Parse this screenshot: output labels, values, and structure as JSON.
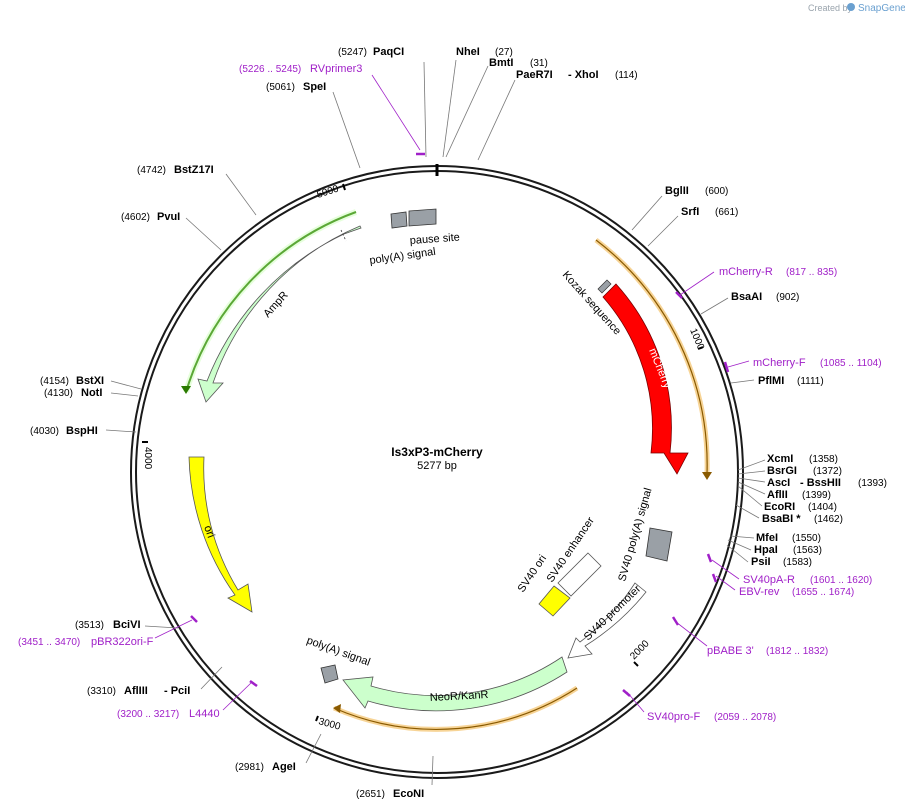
{
  "plasmid": {
    "name": "Is3xP3-mCherry",
    "length_label": "5277 bp",
    "total_bp": 5277
  },
  "watermark": {
    "prefix": "Created by",
    "brand": "SnapGene"
  },
  "colors": {
    "backbone": "#1a1a1a",
    "enzyme_lead": "#777777",
    "primer": "#a020c8",
    "mcherry": "#ff0000",
    "ampr": "#ccffcc",
    "ori": "#ffff00",
    "signal": "#9aa0a6",
    "orf_outline": "#f0b040",
    "ampr_orf": "#2a7a00"
  },
  "ticks": [
    {
      "label": "1000",
      "pos": 1000
    },
    {
      "label": "2000",
      "pos": 2000
    },
    {
      "label": "3000",
      "pos": 3000
    },
    {
      "label": "4000",
      "pos": 4000
    },
    {
      "label": "5000",
      "pos": 5000
    }
  ],
  "enzymes": [
    {
      "name": "PaqCI",
      "pos": "(5247)"
    },
    {
      "name": "NheI",
      "pos": "(27)"
    },
    {
      "name": "BmtI",
      "pos": "(31)"
    },
    {
      "name": "PaeR7I",
      "name2": "- XhoI",
      "pos": "(114)"
    },
    {
      "name": "SpeI",
      "pos": "(5061)"
    },
    {
      "name": "BstZ17I",
      "pos": "(4742)"
    },
    {
      "name": "PvuI",
      "pos": "(4602)"
    },
    {
      "name": "BglII",
      "pos": "(600)"
    },
    {
      "name": "SrfI",
      "pos": "(661)"
    },
    {
      "name": "BsaAI",
      "pos": "(902)"
    },
    {
      "name": "PflMI",
      "pos": "(1111)"
    },
    {
      "name": "BstXI",
      "pos": "(4154)"
    },
    {
      "name": "NotI",
      "pos": "(4130)"
    },
    {
      "name": "BspHI",
      "pos": "(4030)"
    },
    {
      "name": "XcmI",
      "pos": "(1358)"
    },
    {
      "name": "BsrGI",
      "pos": "(1372)"
    },
    {
      "name": "AscI",
      "name2": "- BssHII",
      "pos": "(1393)"
    },
    {
      "name": "AflII",
      "pos": "(1399)"
    },
    {
      "name": "EcoRI",
      "pos": "(1404)"
    },
    {
      "name": "BsaBI *",
      "pos": "(1462)"
    },
    {
      "name": "MfeI",
      "pos": "(1550)"
    },
    {
      "name": "HpaI",
      "pos": "(1563)"
    },
    {
      "name": "PsiI",
      "pos": "(1583)"
    },
    {
      "name": "BciVI",
      "pos": "(3513)"
    },
    {
      "name": "AflIII",
      "name2": "- PciI",
      "pos": "(3310)"
    },
    {
      "name": "AgeI",
      "pos": "(2981)"
    },
    {
      "name": "EcoNI",
      "pos": "(2651)"
    }
  ],
  "primers": [
    {
      "name": "RVprimer3",
      "range": "(5226 .. 5245)"
    },
    {
      "name": "mCherry-R",
      "range": "(817 .. 835)"
    },
    {
      "name": "mCherry-F",
      "range": "(1085 .. 1104)"
    },
    {
      "name": "SV40pA-R",
      "range": "(1601 .. 1620)"
    },
    {
      "name": "EBV-rev",
      "range": "(1655 .. 1674)"
    },
    {
      "name": "pBABE 3'",
      "range": "(1812 .. 1832)"
    },
    {
      "name": "SV40pro-F",
      "range": "(2059 .. 2078)"
    },
    {
      "name": "pBR322ori-F",
      "range": "(3451 .. 3470)"
    },
    {
      "name": "L4440",
      "range": "(3200 .. 3217)"
    }
  ],
  "features": {
    "pause_site": "pause site",
    "polya_top": "poly(A) signal",
    "ampr": "AmpR",
    "kozak": "Kozak sequence",
    "mcherry": "mCherry",
    "sv40_polya": "SV40 poly(A) signal",
    "sv40_enhancer": "SV40 enhancer",
    "sv40_ori": "SV40 ori",
    "sv40_promoter": "SV40 promoter",
    "ori": "ori",
    "polya_bottom": "poly(A) signal",
    "neor": "NeoR/KanR"
  }
}
